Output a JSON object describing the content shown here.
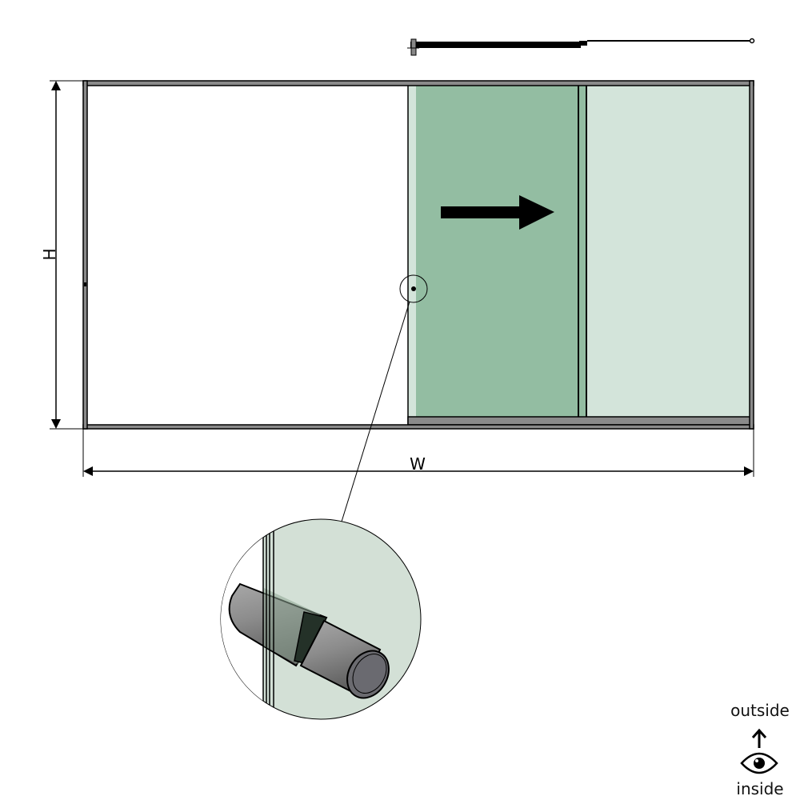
{
  "diagram": {
    "type": "sliding door elevation",
    "dimension_labels": {
      "height": "H",
      "width": "W"
    },
    "panels": [
      {
        "name": "opening",
        "color": "#ffffff"
      },
      {
        "name": "sliding-panel",
        "color": "#93bda2",
        "direction": "right"
      },
      {
        "name": "fixed-panel",
        "color": "#d3e4da"
      }
    ],
    "colors": {
      "frame": "#8a8a8a",
      "outline": "#000000",
      "sliding_glass": "#93bda2",
      "fixed_glass": "#d3e4da",
      "knob": "#7a7a7a"
    },
    "detail": {
      "label": "knob-detail"
    },
    "orientation": {
      "top": "outside",
      "bottom": "inside"
    }
  }
}
